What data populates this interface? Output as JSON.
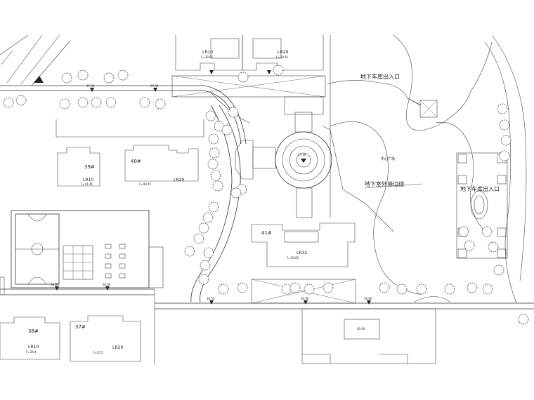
{
  "plan": {
    "labels": {
      "underground_exit_top": "地下车库出入口",
      "underground_boundary": "地下室外墙边线",
      "underground_exit_right": "地下车库出入口",
      "center_plaza": "中心广场"
    },
    "buildings": {
      "b_top1": {
        "num": "LR10",
        "level": "F=38.95"
      },
      "b_top2": {
        "num": "LR29",
        "level": "F=38.95"
      },
      "b39": {
        "num": "39#",
        "type": "LR10",
        "level": "F=41.45"
      },
      "b40": {
        "num": "40#",
        "type": "LR29",
        "level": "F=40.45"
      },
      "b41": {
        "num": "41#",
        "type": "LR32",
        "level": "F=39.65"
      },
      "b38": {
        "num": "38#",
        "type": "LR10",
        "level": "F=34.4"
      },
      "b37": {
        "num": "37#",
        "type": "LR29",
        "level": "F=35.5"
      }
    },
    "elevations": {
      "e_center": "37.40",
      "e_road1": "37.30",
      "e_road2": "37.40",
      "e_road3": "36.80",
      "e_road4": "36.60",
      "e_road5": "36.50",
      "e_road6": "36.90",
      "e_road7": "36.80",
      "e_bottom_right": "40.00"
    },
    "colors": {
      "line": "#333333",
      "paper": "#ffffff"
    }
  }
}
